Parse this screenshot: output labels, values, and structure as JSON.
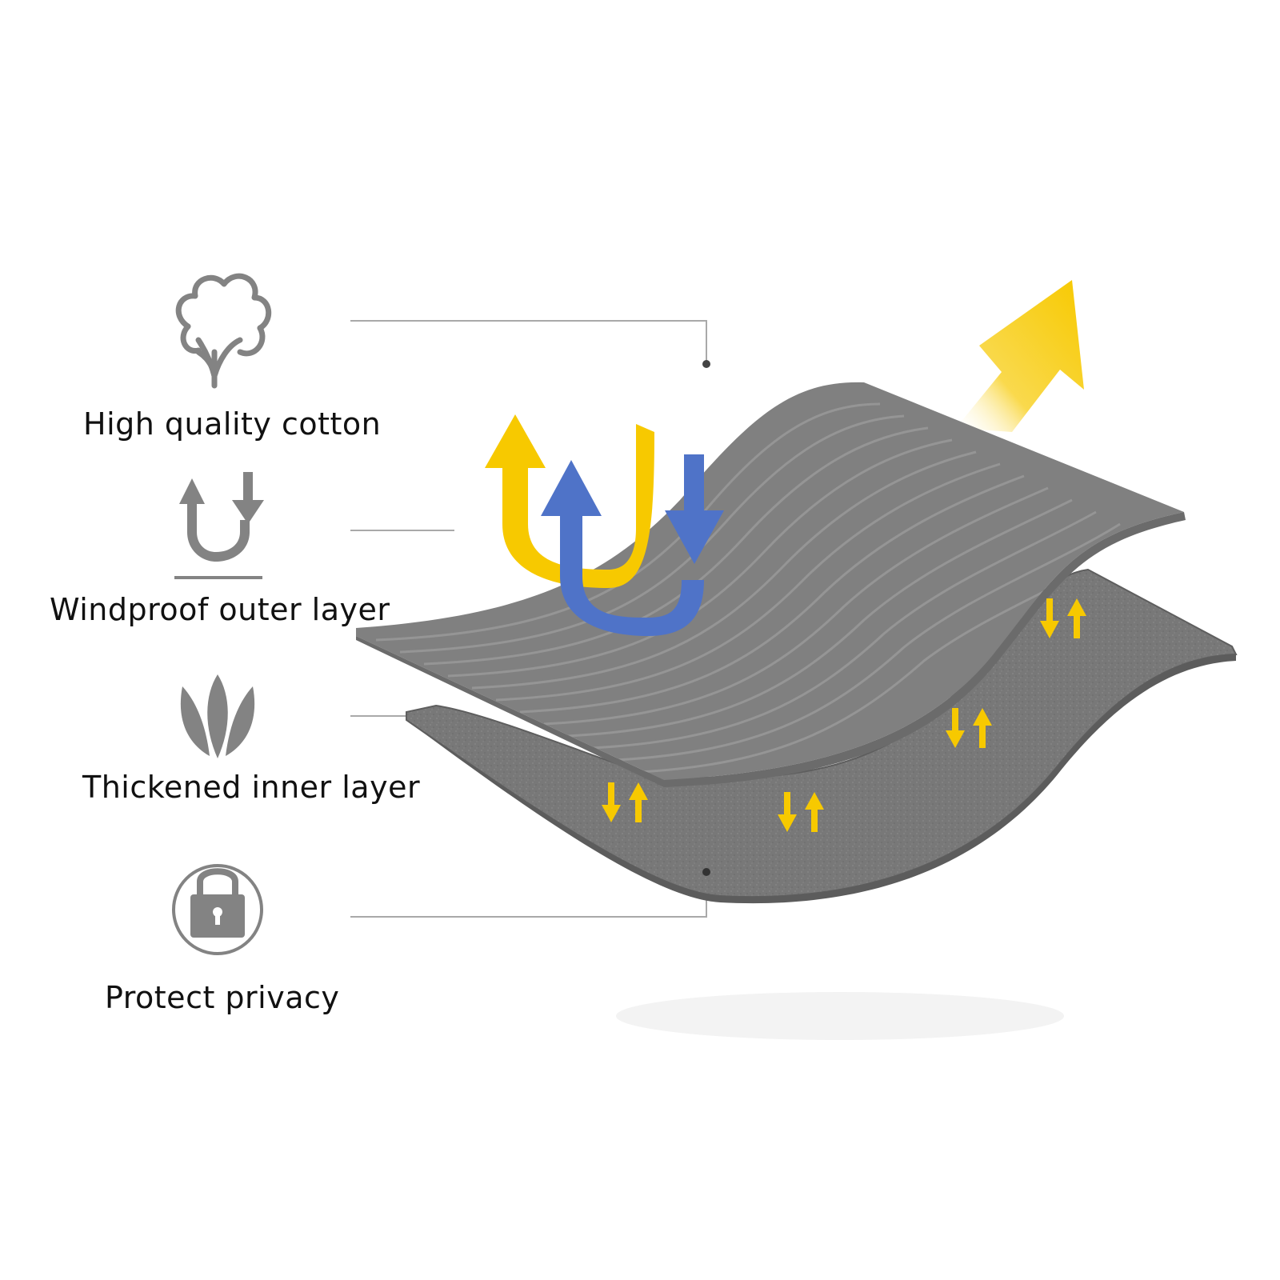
{
  "features": [
    {
      "id": "cotton",
      "label": "High quality cotton",
      "icon": "cotton-boll-icon"
    },
    {
      "id": "wind",
      "label": "Windproof outer layer",
      "icon": "u-turn-arrows-icon"
    },
    {
      "id": "inner",
      "label": "Thickened inner layer",
      "icon": "leaves-icon"
    },
    {
      "id": "privacy",
      "label": "Protect privacy",
      "icon": "padlock-icon"
    }
  ],
  "colors": {
    "icon_gray": "#838383",
    "leader_line": "#a9a9a9",
    "fabric_outer": "#7f7f7f",
    "fabric_outer_edge": "#6f6f6f",
    "fabric_inner": "#767676",
    "arrow_yellow": "#f7c900",
    "arrow_blue": "#4f73c8"
  }
}
